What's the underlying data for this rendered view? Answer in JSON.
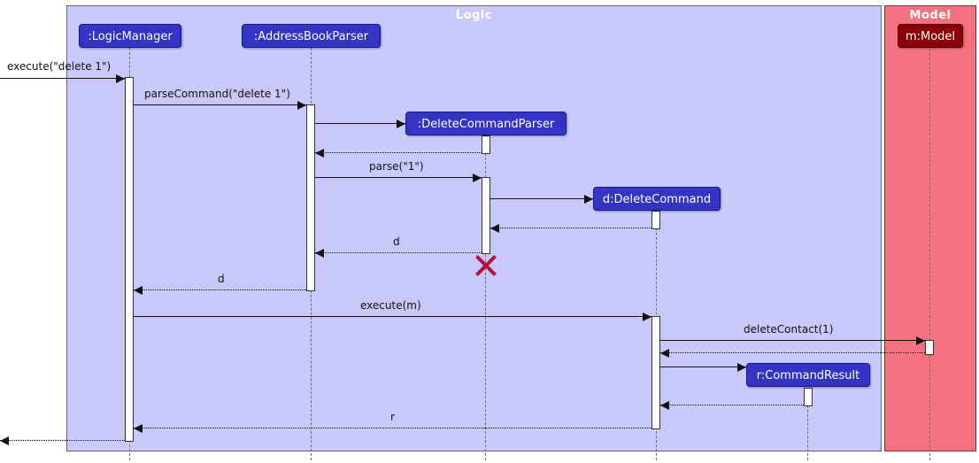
{
  "frames": {
    "logic": {
      "title": "Logic"
    },
    "model": {
      "title": "Model"
    }
  },
  "participants": [
    {
      "id": "logic-manager",
      "label": ":LogicManager"
    },
    {
      "id": "address-book-parser",
      "label": ":AddressBookParser"
    },
    {
      "id": "delete-command-parser",
      "label": ":DeleteCommandParser"
    },
    {
      "id": "delete-command",
      "label": "d:DeleteCommand"
    },
    {
      "id": "command-result",
      "label": "r:CommandResult"
    },
    {
      "id": "model",
      "label": "m:Model"
    }
  ],
  "messages": [
    {
      "label": "execute(\"delete 1\")",
      "from": "external",
      "to": "LogicManager",
      "kind": "sync"
    },
    {
      "label": "parseCommand(\"delete 1\")",
      "from": "LogicManager",
      "to": "AddressBookParser",
      "kind": "sync"
    },
    {
      "label": "",
      "from": "AddressBookParser",
      "to": "DeleteCommandParser",
      "kind": "create"
    },
    {
      "label": "",
      "from": "DeleteCommandParser",
      "to": "AddressBookParser",
      "kind": "return"
    },
    {
      "label": "parse(\"1\")",
      "from": "AddressBookParser",
      "to": "DeleteCommandParser",
      "kind": "sync"
    },
    {
      "label": "",
      "from": "DeleteCommandParser",
      "to": "DeleteCommand",
      "kind": "create"
    },
    {
      "label": "",
      "from": "DeleteCommand",
      "to": "DeleteCommandParser",
      "kind": "return"
    },
    {
      "label": "d",
      "from": "DeleteCommandParser",
      "to": "AddressBookParser",
      "kind": "return"
    },
    {
      "label": "d",
      "from": "AddressBookParser",
      "to": "LogicManager",
      "kind": "return"
    },
    {
      "label": "execute(m)",
      "from": "LogicManager",
      "to": "DeleteCommand",
      "kind": "sync"
    },
    {
      "label": "deleteContact(1)",
      "from": "DeleteCommand",
      "to": "Model",
      "kind": "sync"
    },
    {
      "label": "",
      "from": "Model",
      "to": "DeleteCommand",
      "kind": "return"
    },
    {
      "label": "",
      "from": "DeleteCommand",
      "to": "CommandResult",
      "kind": "create"
    },
    {
      "label": "",
      "from": "CommandResult",
      "to": "DeleteCommand",
      "kind": "return"
    },
    {
      "label": "r",
      "from": "DeleteCommand",
      "to": "LogicManager",
      "kind": "return"
    },
    {
      "label": "",
      "from": "LogicManager",
      "to": "external",
      "kind": "return"
    }
  ],
  "destroy": {
    "participant": ":DeleteCommandParser"
  },
  "colors": {
    "logic_frame_bg": "#C8C8FA",
    "model_frame_bg": "#F4717E",
    "participant_bg": "#3333C4",
    "participant_border": "#191984",
    "model_participant_bg": "#8B0009",
    "frame_title_text": "#FFFFFF",
    "participant_text": "#FFFFFF",
    "destroy_x": "#B0163A",
    "message_line": "#111111"
  }
}
